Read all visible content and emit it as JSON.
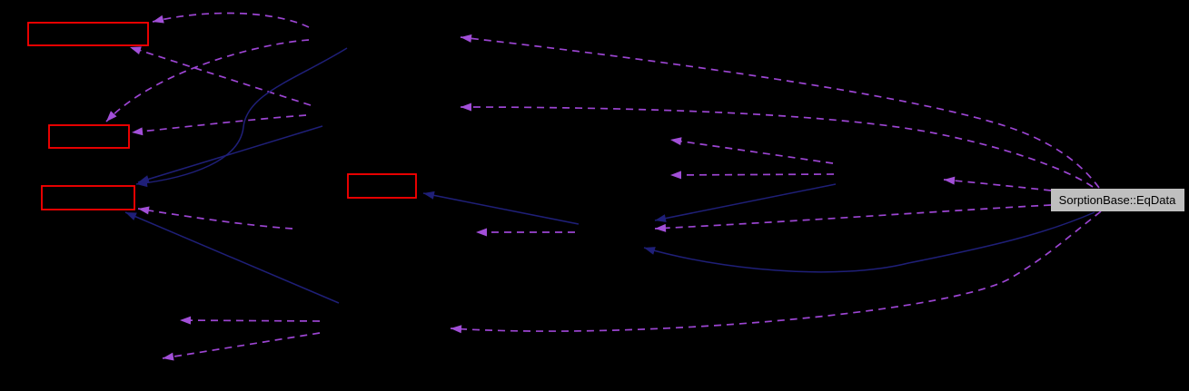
{
  "diagram": {
    "type": "doxygen-collaboration-graph",
    "background_color": "#000000",
    "main_node": {
      "label": "SorptionBase::EqData",
      "fill": "#bfbfbf",
      "text_color": "#000000"
    },
    "highlighted_nodes": [
      {
        "id": "top-left",
        "label": ""
      },
      {
        "id": "middle-left",
        "label": ""
      },
      {
        "id": "lower-left",
        "label": ""
      },
      {
        "id": "center",
        "label": ""
      }
    ],
    "edge_styles": {
      "usage": {
        "color": "#9c45d2",
        "style": "dashed",
        "count": 15
      },
      "inheritance": {
        "color": "#1f1f78",
        "style": "solid",
        "count": 6
      }
    },
    "highlight_border_color": "#ff0000"
  }
}
